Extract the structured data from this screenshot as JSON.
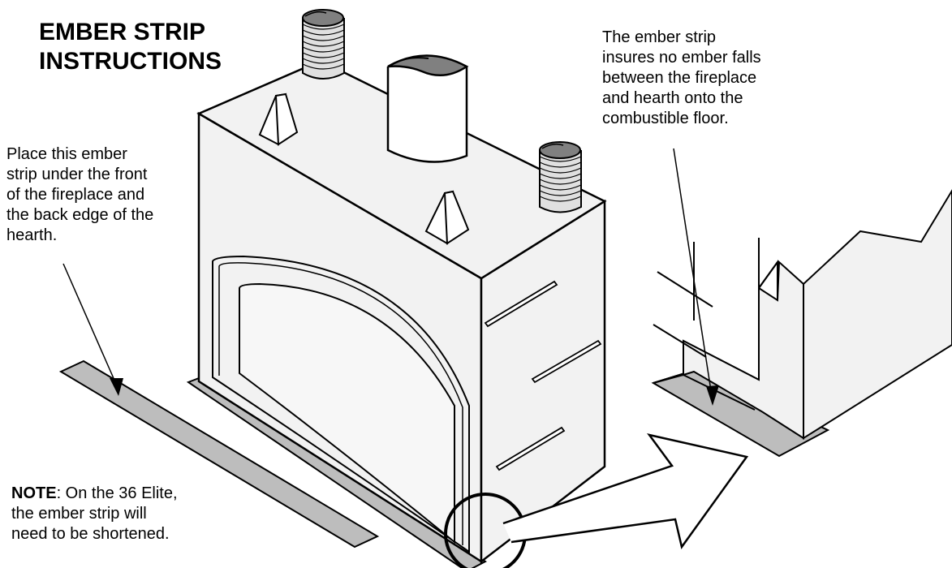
{
  "title": {
    "line1": "EMBER STRIP",
    "line2": "INSTRUCTIONS"
  },
  "callout_left": [
    "Place this ember",
    "strip under the front",
    "of the fireplace and",
    "the back edge of the",
    "hearth."
  ],
  "callout_right": [
    "The ember strip",
    "insures no ember falls",
    "between the fireplace",
    "and hearth onto the",
    "combustible floor."
  ],
  "note": {
    "label": "NOTE",
    "line1": ": On the 36 Elite,",
    "line2": "the ember strip will",
    "line3": "need to be shortened."
  },
  "colors": {
    "strip": "#bdbdbd",
    "pipe_cap": "#808080",
    "box": "#f2f2f2",
    "line": "#000000"
  }
}
